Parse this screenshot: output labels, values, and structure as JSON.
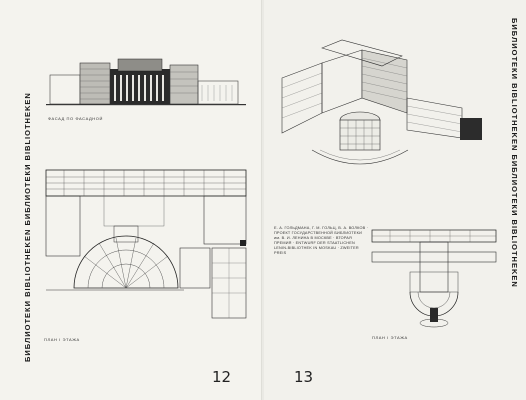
{
  "spine_label_left": "БИБЛИОТЕКИ BIBLIOTHEKEN БИБЛИОТЕКИ BIBLIOTHEKEN",
  "spine_label_right": "БИБЛИОТЕКИ BIBLIOTHEKEN БИБЛИОТЕКИ BIBLIOTHEKEN",
  "left": {
    "facade_caption": "ФАСАД ПО ФАСАДНОЙ",
    "plan_caption": "ПЛАН I ЭТАЖА",
    "page_number": "12"
  },
  "right": {
    "description": "Е. А. ГОЛЬДМАНА, Г. М. ГОЛЬЦ, В. А. ВОЛКОВ · ПРОЕКТ ГОСУДАРСТВЕННОЙ БИБЛИОТЕКИ им. В. И. ЛЕНИНА В МОСКВЕ · ВТОРАЯ ПРЕМИЯ · ENTWURF DER STAATLICHEN LENIN-BIBLIOTHEK IN MOSKAU · ZWEITER PREIS",
    "plan_caption": "ПЛАН I ЭТАЖА",
    "page_number": "13"
  }
}
